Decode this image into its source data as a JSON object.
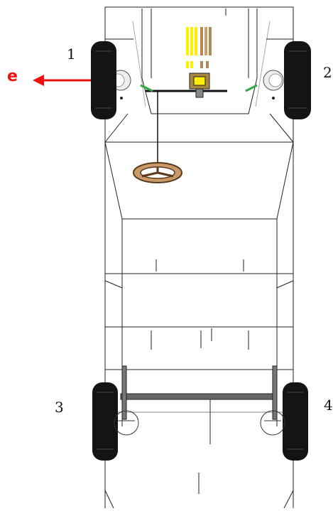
{
  "labels": {
    "wheel_1": "1",
    "wheel_2": "2",
    "wheel_3": "3",
    "wheel_4": "4",
    "arrow": "e"
  },
  "colors": {
    "arrow": "#ee1111",
    "frame_line": "#222222",
    "tire": "#141414",
    "steering_wheel": "#c99a68",
    "gauge_yellow": "#ffee00",
    "gauge_tan": "#b08a55",
    "green_part": "#33aa44",
    "axle": "#555555"
  },
  "icons": {
    "arrow": "arrow-left-icon",
    "steering": "steering-wheel-icon"
  }
}
